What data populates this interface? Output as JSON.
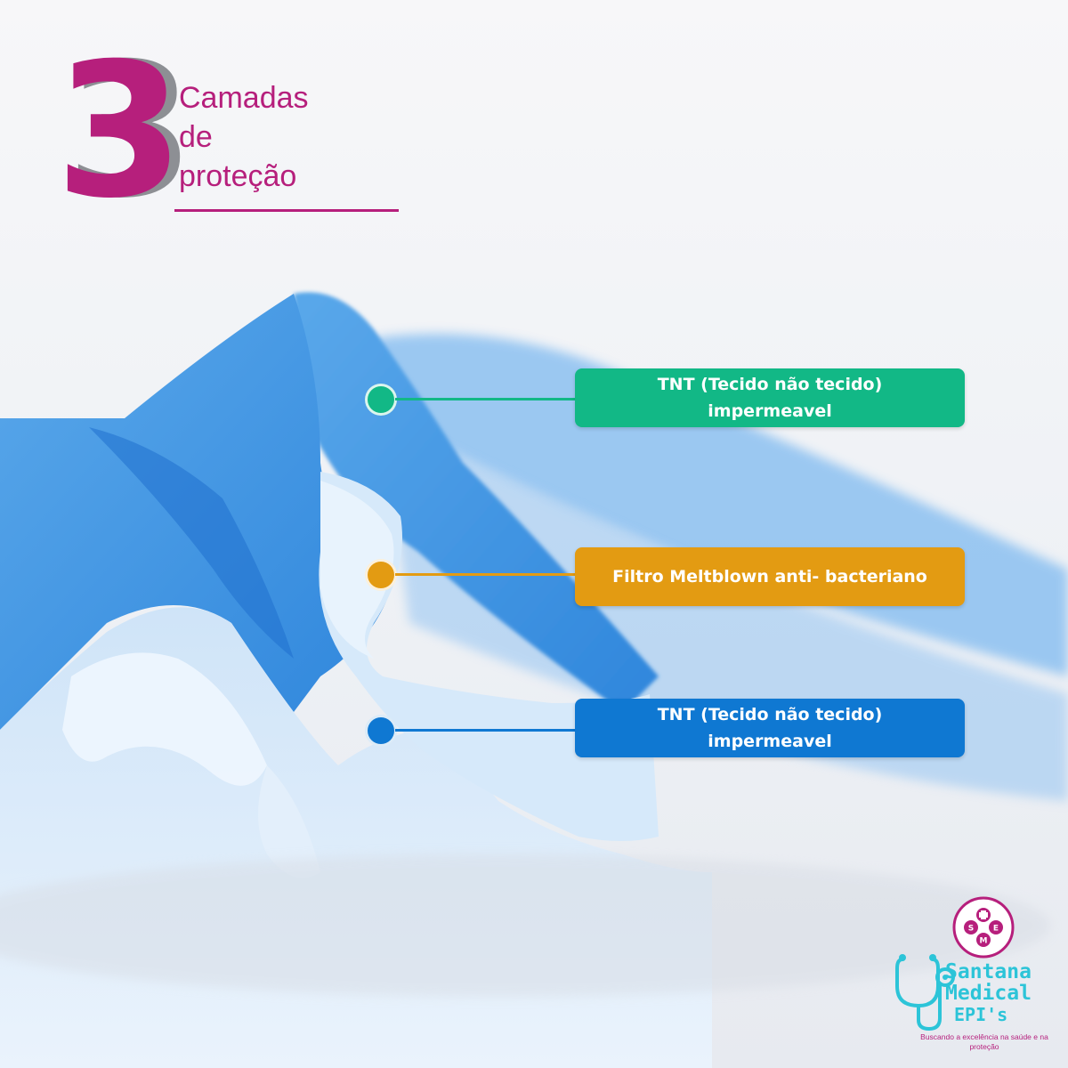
{
  "title": {
    "number": "3",
    "lines": [
      "Camadas",
      "de",
      "proteção"
    ],
    "accent_color": "#b61f7c",
    "shadow_color": "#8d8f94"
  },
  "layers": [
    {
      "line1": "TNT (Tecido não tecido)",
      "line2": "impermeavel",
      "color": "#12b886"
    },
    {
      "line1": "Filtro Meltblown anti- bacteriano",
      "line2": "",
      "color": "#e39b12"
    },
    {
      "line1": "TNT (Tecido não tecido)",
      "line2": "impermeavel",
      "color": "#0f78d2"
    }
  ],
  "logo": {
    "emblem_letters": [
      "S",
      "E",
      "M"
    ],
    "name_lines": [
      "Santana",
      "Medical",
      "EPI's"
    ],
    "tagline": "Buscando a excelência na saúde e na proteção",
    "name_color": "#2cc4d8",
    "emblem_color": "#b61f7c"
  }
}
